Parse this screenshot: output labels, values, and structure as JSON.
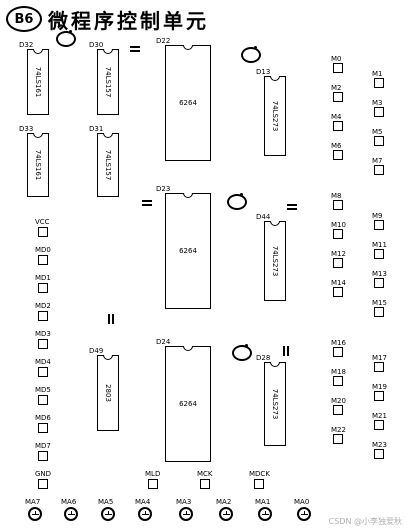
{
  "title": {
    "tag": "B6",
    "text": "微程序控制单元"
  },
  "chips": [
    {
      "ref": "D32",
      "part": "74LS161"
    },
    {
      "ref": "D30",
      "part": "74LS157"
    },
    {
      "ref": "D33",
      "part": "74LS161"
    },
    {
      "ref": "D31",
      "part": "74LS157"
    },
    {
      "ref": "D22",
      "part": "6264"
    },
    {
      "ref": "D13",
      "part": "74LS273"
    },
    {
      "ref": "D23",
      "part": "6264"
    },
    {
      "ref": "D44",
      "part": "74LS273"
    },
    {
      "ref": "D24",
      "part": "6264"
    },
    {
      "ref": "D28",
      "part": "74LS273"
    },
    {
      "ref": "D49",
      "part": "2803"
    }
  ],
  "left_points": [
    "VCC",
    "MD0",
    "MD1",
    "MD2",
    "MD3",
    "MD4",
    "MD5",
    "MD6",
    "MD7",
    "GND"
  ],
  "bottom_points": [
    "MLD",
    "MCK",
    "MDCK"
  ],
  "m_left": [
    "M0",
    "M2",
    "M4",
    "M6",
    "M8",
    "M10",
    "M12",
    "M14",
    "M16",
    "M18",
    "M20",
    "M22"
  ],
  "m_right": [
    "M1",
    "M3",
    "M5",
    "M7",
    "M9",
    "M11",
    "M13",
    "M15",
    "M17",
    "M19",
    "M21",
    "M23"
  ],
  "leds": [
    "MA7",
    "MA6",
    "MA5",
    "MA4",
    "MA3",
    "MA2",
    "MA1",
    "MA0"
  ],
  "watermark": "CSDN @小李独爱秋"
}
